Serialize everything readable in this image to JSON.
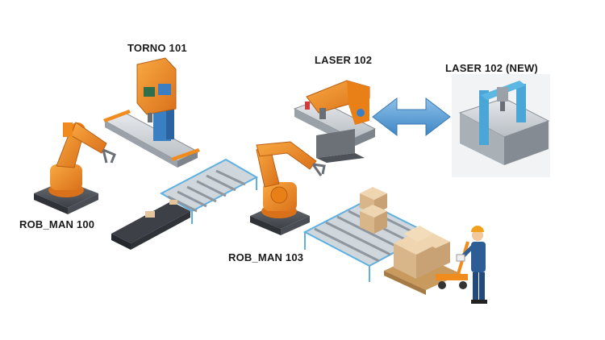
{
  "labels": {
    "torno": "TORNO 101",
    "laser": "LASER 102",
    "laser_new": "LASER 102 (NEW)",
    "rob_man_100": "ROB_MAN 100",
    "rob_man_103": "ROB_MAN 103"
  },
  "colors": {
    "robot_orange": "#f08c1e",
    "machine_blue": "#3a7fc2",
    "arrow_blue": "#6ea8d8",
    "conveyor_blue": "#5fb0e0",
    "box_tan": "#e3c49c",
    "worker_blue": "#2e5d96"
  },
  "icons": {
    "lathe": "lathe-machine-icon",
    "laser": "laser-cutter-icon",
    "laser_new": "laser-cnc-new-icon",
    "robot_100": "robot-arm-icon",
    "robot_103": "robot-arm-icon",
    "arrow": "double-arrow-icon",
    "worker": "worker-with-pallet-jack-icon"
  }
}
